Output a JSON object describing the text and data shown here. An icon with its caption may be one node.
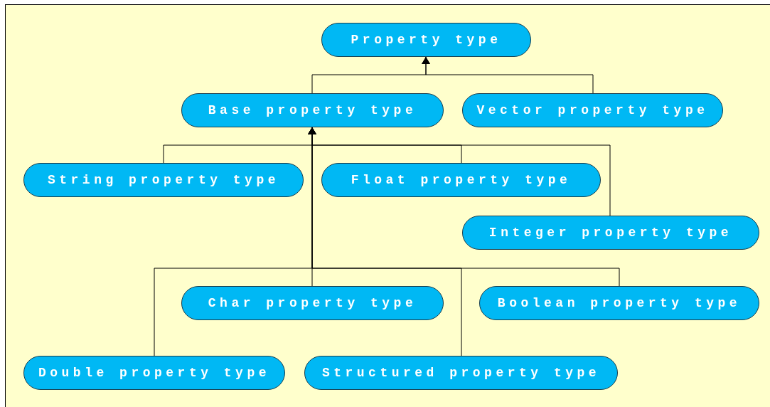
{
  "diagram": {
    "nodes": [
      {
        "text": [
          "Property type"
        ]
      },
      {
        "text": [
          "Base property type"
        ]
      },
      {
        "text": [
          "Vector property type"
        ]
      },
      {
        "text": [
          "String property type"
        ]
      },
      {
        "text": [
          "Float property type"
        ]
      },
      {
        "text": [
          "Integer property type"
        ]
      },
      {
        "text": [
          "Char property type"
        ]
      },
      {
        "text": [
          "Boolean property type"
        ]
      },
      {
        "text": [
          "Double property type"
        ]
      },
      {
        "text": [
          "Structured property type"
        ]
      }
    ],
    "edges": [
      {
        "from": 1,
        "to": 0,
        "arrow": "to"
      },
      {
        "from": 2,
        "to": 0,
        "arrow": "to"
      },
      {
        "from": 3,
        "to": 1,
        "arrow": "to"
      },
      {
        "from": 4,
        "to": 1,
        "arrow": "to"
      },
      {
        "from": 5,
        "to": 1,
        "arrow": "to"
      },
      {
        "from": 6,
        "to": 1,
        "arrow": "to"
      },
      {
        "from": 7,
        "to": 1,
        "arrow": "to"
      },
      {
        "from": 8,
        "to": 1,
        "arrow": "to"
      },
      {
        "from": 9,
        "to": 1,
        "arrow": "to"
      }
    ]
  }
}
